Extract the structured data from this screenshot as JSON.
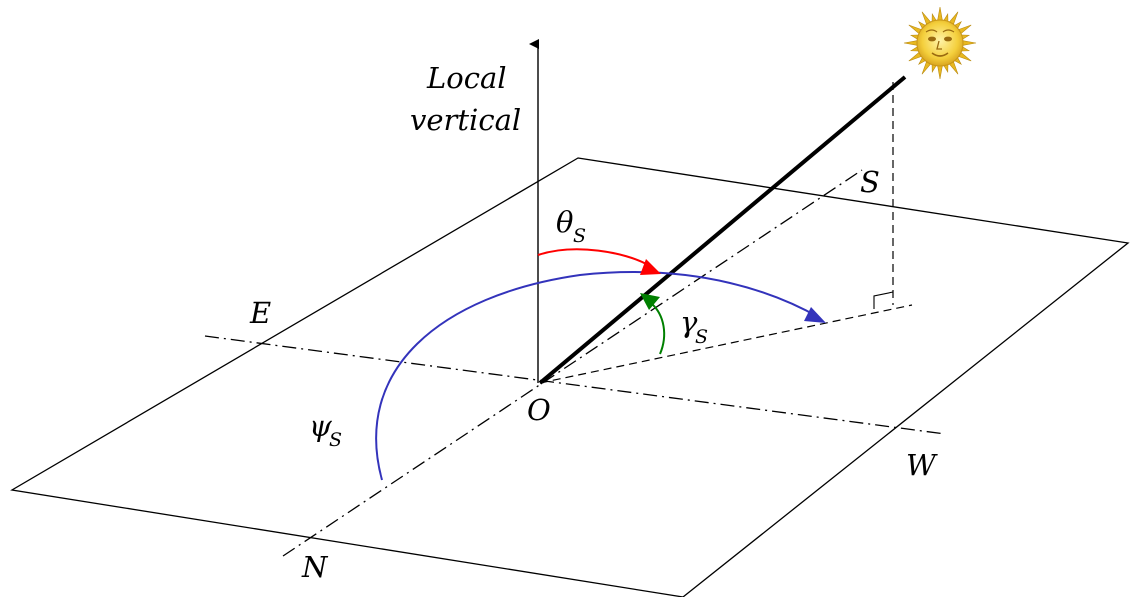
{
  "vertical_label": {
    "line1": "Local",
    "line2": "vertical"
  },
  "directions": {
    "east": "E",
    "west": "W",
    "north": "N",
    "south": "S"
  },
  "origin": "O",
  "angles": {
    "zenith": {
      "symbol": "θ",
      "subscript": "S",
      "color": "#ff0000"
    },
    "azimuth": {
      "symbol": "ψ",
      "subscript": "S",
      "color": "#3333bb"
    },
    "elevation": {
      "symbol": "γ",
      "subscript": "S",
      "color": "#008000"
    }
  },
  "sun": {
    "icon": "sun-icon",
    "color": "#f0c000"
  }
}
